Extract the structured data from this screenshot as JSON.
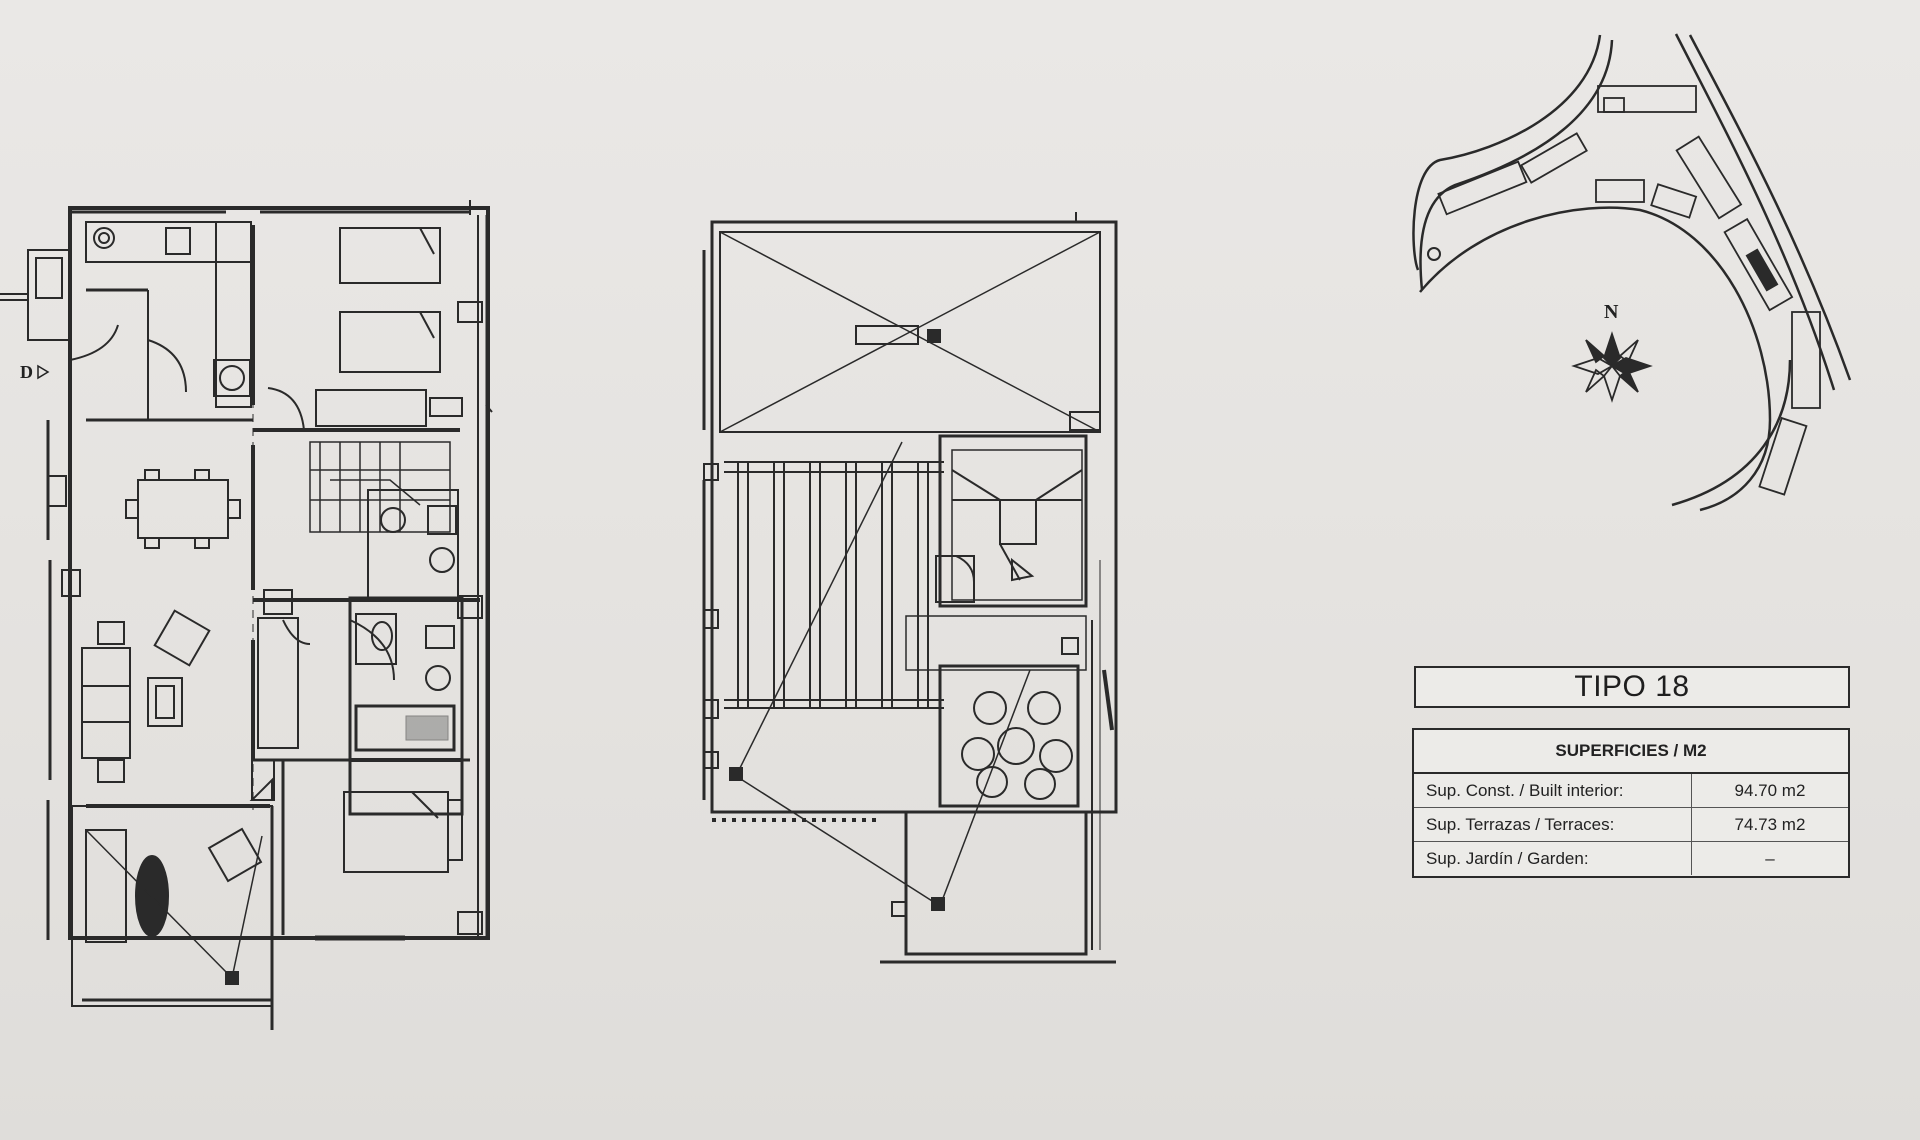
{
  "entrance_marker": "D",
  "north_label": "N",
  "plan_type": "TIPO 18",
  "areas": {
    "title": "SUPERFICIES / M2",
    "rows": [
      {
        "label": "Sup. Const. / Built interior:",
        "value": "94.70 m2"
      },
      {
        "label": "Sup. Terrazas / Terraces:",
        "value": "74.73 m2"
      },
      {
        "label": "Sup. Jardín / Garden:",
        "value": "–"
      }
    ]
  },
  "colors": {
    "ink": "#2a2a2a",
    "paper": "#e8e6e3"
  }
}
